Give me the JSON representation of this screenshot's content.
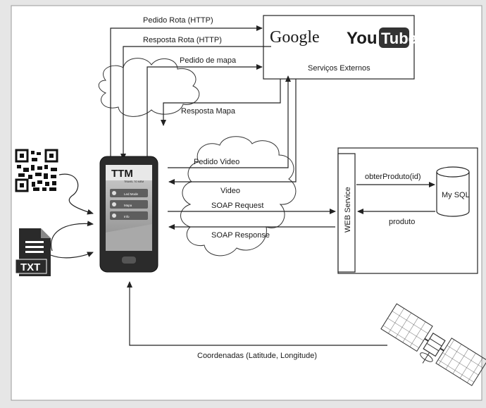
{
  "labels": {
    "pedido_rota": "Pedido Rota (HTTP)",
    "resposta_rota": "Resposta Rota (HTTP)",
    "pedido_mapa": "Pedido de mapa",
    "resposta_mapa": "Resposta Mapa",
    "pedido_video": "Pedido Video",
    "video": "Video",
    "soap_request": "SOAP Request",
    "soap_response": "SOAP Response",
    "obter_produto": "obterProduto(id)",
    "produto": "produto",
    "coordenadas": "Coordenadas (Latitude, Longitude)"
  },
  "external_services": {
    "caption": "Serviços  Externos",
    "google_logo": "Google",
    "youtube_logo_you": "You",
    "youtube_logo_tube": "Tube"
  },
  "web_service": {
    "label": "WEB Service"
  },
  "database": {
    "label": "My SQL"
  },
  "txt_file": {
    "label": "TXT"
  },
  "phone": {
    "app_logo": "TTM",
    "app_subtitle": "TRAVEL TO MEM",
    "menu_items": [
      "Led Mode",
      "Mapa",
      "Info"
    ]
  },
  "icons": [
    "qr-code-icon",
    "txt-file-icon",
    "smartphone-icon",
    "cloud-icon",
    "database-icon",
    "satellite-icon"
  ]
}
